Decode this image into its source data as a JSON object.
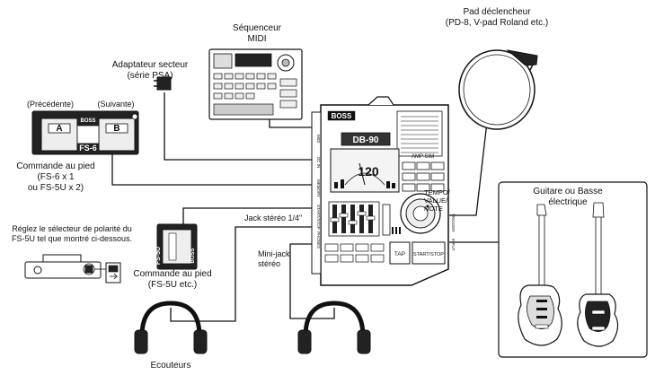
{
  "labels": {
    "sequencer": "Séquenceur\nMIDI",
    "adapter": "Adaptateur secteur\n(série PSA)",
    "trigger_pad": "Pad déclencheur\n(PD-8, V-pad Roland etc.)",
    "fs6_prev": "(Précédente)",
    "fs6_next": "(Suivante)",
    "fs6_caption": "Commande au pied\n(FS-6 x 1\nou FS-5U x 2)",
    "polarity_note": "Réglez le sélecteur de polarité du\nFS-5U tel que montré ci-dessous.",
    "fs5u_caption": "Commande au pied\n(FS-5U etc.)",
    "jack_stereo": "Jack stéréo 1/4\"",
    "minijack": "Mini-jack\nstéréo",
    "guitar_bass": "Guitare ou Basse\nélectrique",
    "headphones": "Ecouteurs"
  },
  "device": {
    "brand": "BOSS",
    "model": "DB-90",
    "tempo_display": "120",
    "tempo_knob_label": "TEMPO/\nVALUE/\nNOTE",
    "amp_label": "AMP SIM",
    "tap_button": "TAP",
    "start_stop_button": "START/STOP",
    "port_labels": [
      "MIDI",
      "DC IN",
      "MEMORY",
      "START/STOP",
      "PHONES",
      "TRIGGER",
      "INPUT"
    ]
  },
  "pedals": {
    "fs6_model": "FS-6",
    "fs6_brand": "BOSS",
    "fs6_pedal_a": "A",
    "fs6_pedal_b": "B",
    "fs5u_model": "FS-5U",
    "fs5u_brand": "BOSS"
  }
}
